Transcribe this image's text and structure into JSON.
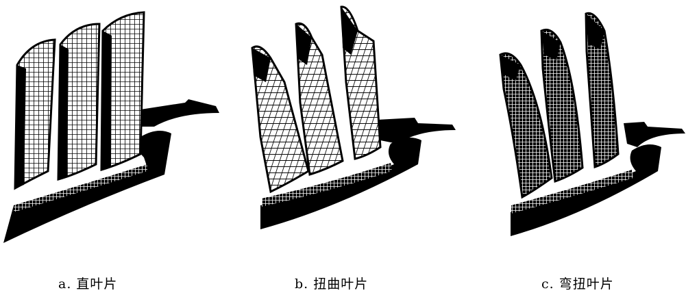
{
  "captions": {
    "a": "a. 直叶片",
    "b": "b. 扭曲叶片",
    "c": "c. 弯扭叶片"
  },
  "colors": {
    "ink": "#000000",
    "paper": "#ffffff"
  }
}
